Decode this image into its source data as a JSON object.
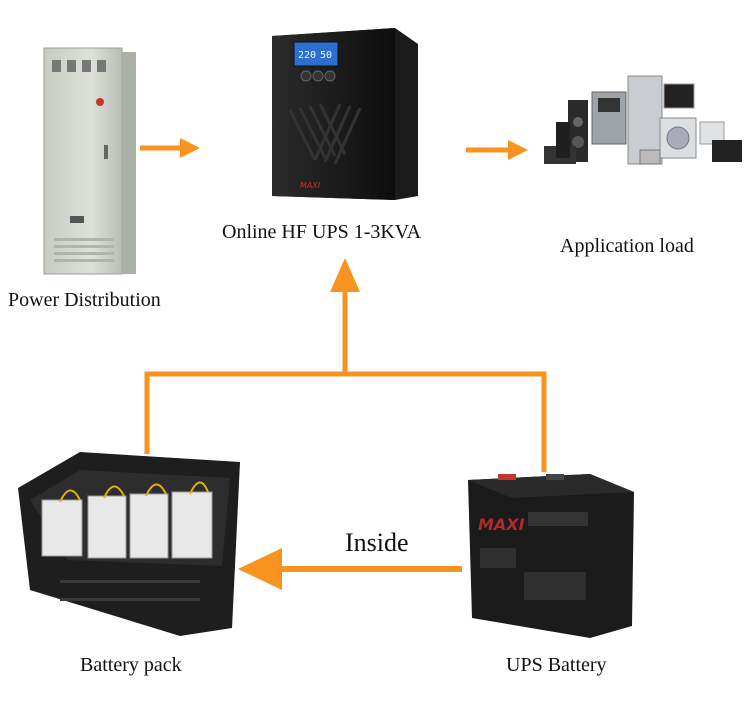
{
  "labels": {
    "ups": "Online HF UPS 1-3KVA",
    "load": "Application load",
    "power": "Power Distribution",
    "pack": "Battery pack",
    "ups_battery": "UPS Battery",
    "inside": "Inside"
  },
  "ups_display": {
    "left": "220",
    "right": "50"
  },
  "brand": "MAXI",
  "colors": {
    "arrow": "#f7931e",
    "dark": "#1a1a1a",
    "cabinet": "#d9ddd6"
  }
}
